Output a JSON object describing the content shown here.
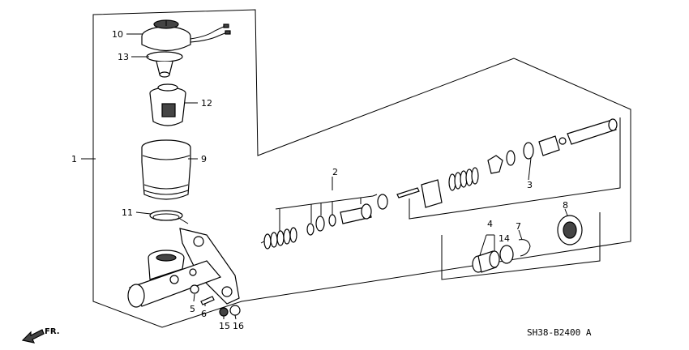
{
  "diagram": {
    "code": "SH38-B2400 A",
    "direction": "FR.",
    "callouts": [
      "1",
      "2",
      "3",
      "4",
      "5",
      "6",
      "7",
      "8",
      "9",
      "10",
      "11",
      "12",
      "13",
      "14",
      "15",
      "16"
    ]
  }
}
